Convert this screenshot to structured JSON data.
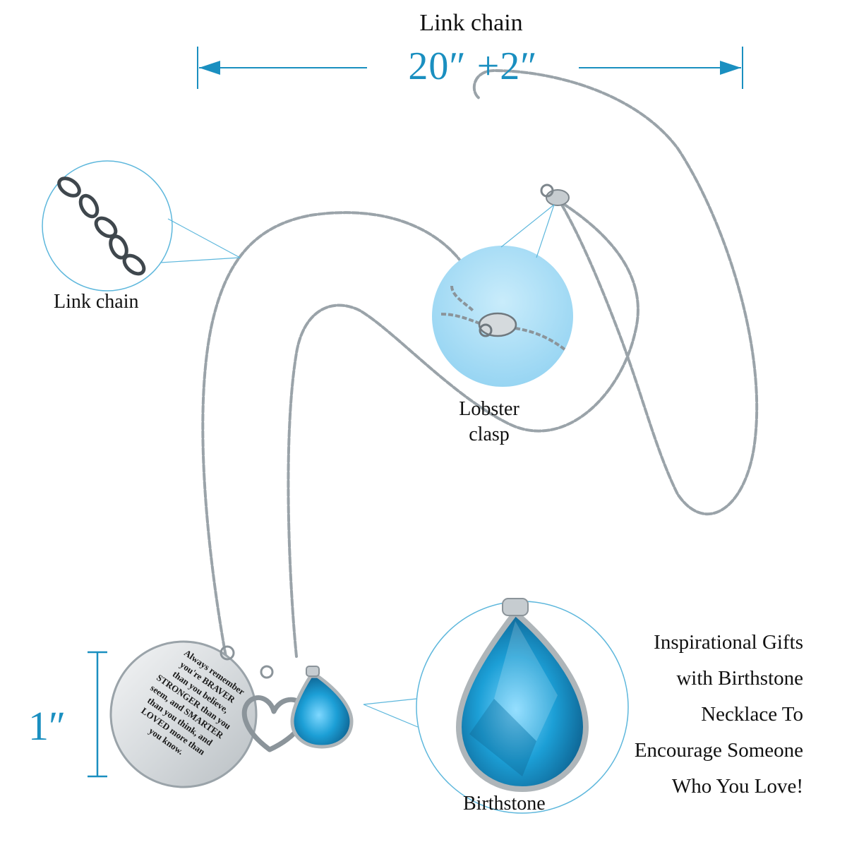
{
  "dimension_top": {
    "title": "Link chain",
    "length": "20″ +2″"
  },
  "dimension_side": {
    "size": "1″"
  },
  "labels": {
    "link_chain": "Link chain",
    "lobster_clasp_line1": "Lobster",
    "lobster_clasp_line2": "clasp",
    "birthstone": "Birthstone"
  },
  "pendant_engraving": [
    "Always remember",
    "you're BRAVER",
    "than you believe,",
    "STRONGER than you",
    "seem, and SMARTER",
    "than you think, and",
    "LOVED more than",
    "you know."
  ],
  "tagline": [
    "Inspirational Gifts",
    "with Birthstone",
    "Necklace To",
    "Encourage Someone",
    "Who You Love!"
  ],
  "colors": {
    "accent": "#1a8fc0",
    "gem": "#1c9fd6",
    "chain": "#9aa3a9"
  }
}
